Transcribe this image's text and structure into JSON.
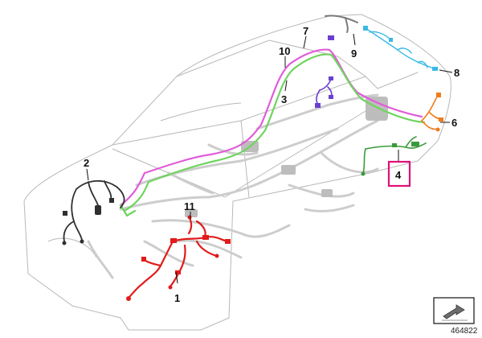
{
  "diagram": {
    "callouts": [
      {
        "id": "1",
        "label": "1",
        "highlighted": false
      },
      {
        "id": "2",
        "label": "2",
        "highlighted": false
      },
      {
        "id": "3",
        "label": "3",
        "highlighted": false
      },
      {
        "id": "4",
        "label": "4",
        "highlighted": true
      },
      {
        "id": "6",
        "label": "6",
        "highlighted": false
      },
      {
        "id": "7",
        "label": "7",
        "highlighted": false
      },
      {
        "id": "8",
        "label": "8",
        "highlighted": false
      },
      {
        "id": "9",
        "label": "9",
        "highlighted": false
      },
      {
        "id": "10",
        "label": "10",
        "highlighted": false
      },
      {
        "id": "11",
        "label": "11",
        "highlighted": false
      }
    ],
    "harness_colors": {
      "harness_1": "#e21b1b",
      "harness_2": "#2f2f2f",
      "harness_3_magenta": "#e05cd8",
      "harness_3_green": "#6fd45e",
      "harness_4": "#3a9a3a",
      "harness_6": "#f07c1a",
      "harness_7": "#6a3fd0",
      "harness_8": "#39b9e6",
      "harness_9": "#7a7a7a",
      "background_wiring": "#c8c8c8",
      "body_outline": "#b0b0b0",
      "highlight_box": "#e0107a"
    },
    "reference_number": "464822",
    "footer_icon": "arrow-direction-icon"
  }
}
